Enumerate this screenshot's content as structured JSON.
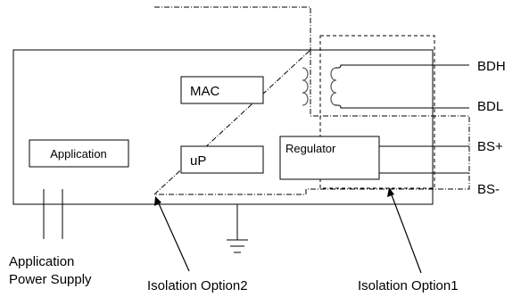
{
  "blocks": {
    "application": "Application",
    "mac": "MAC",
    "up": "uP",
    "regulator": "Regulator"
  },
  "terminals": {
    "bdh": "BDH",
    "bdl": "BDL",
    "bs_plus": "BS+",
    "bs_minus": "BS-"
  },
  "labels": {
    "power_supply_line1": "Application",
    "power_supply_line2": "Power Supply",
    "isolation_option2": "Isolation Option2",
    "isolation_option1": "Isolation Option1"
  },
  "colors": {
    "line": "#000000",
    "transformer_coil": "#666666"
  }
}
